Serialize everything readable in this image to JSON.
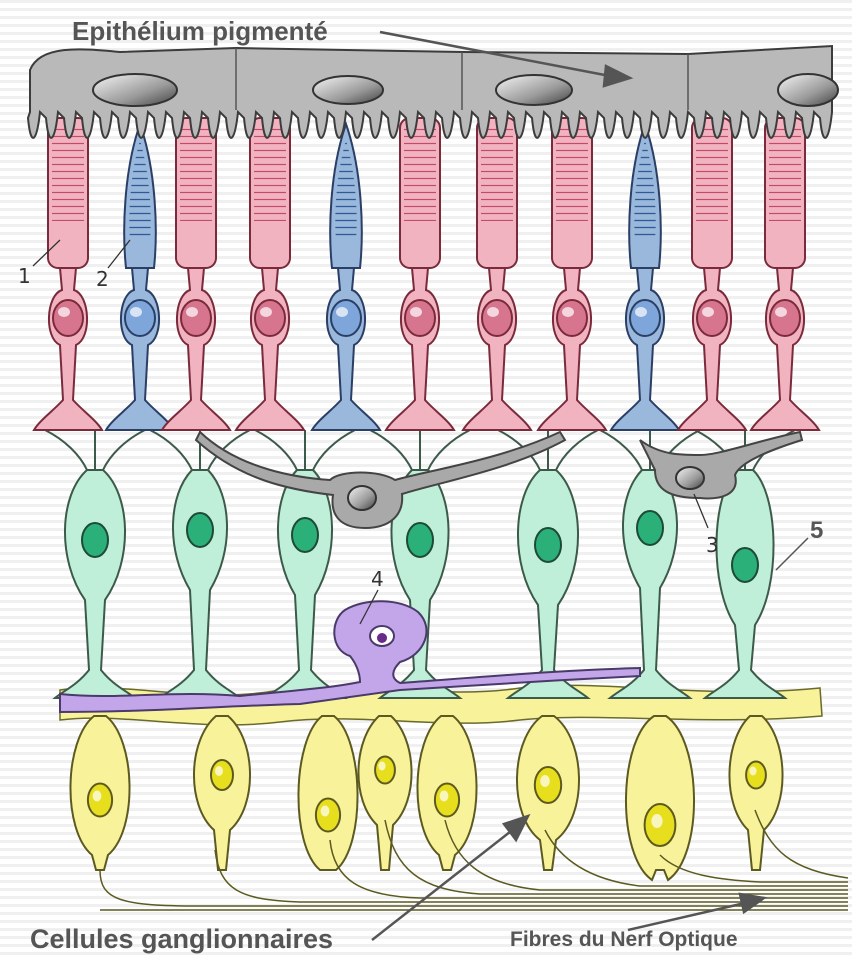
{
  "labels": {
    "epithelium": "Epithélium pigmenté",
    "ganglion": "Cellules ganglionnaires",
    "optic_fibres": "Fibres du Nerf Optique"
  },
  "markers": {
    "rod": "1",
    "cone": "2",
    "horizontal": "3",
    "amacrine": "4",
    "muller": "5"
  },
  "colors": {
    "epithelium": "#b9b9b9",
    "rod": "#f2b3c1",
    "cone": "#9ab8dc",
    "bipolar": "#bfeed9",
    "horizontal": "#a9a9a9",
    "amacrine": "#c3a6ea",
    "ganglion": "#f8f29a",
    "text": "#555555"
  }
}
